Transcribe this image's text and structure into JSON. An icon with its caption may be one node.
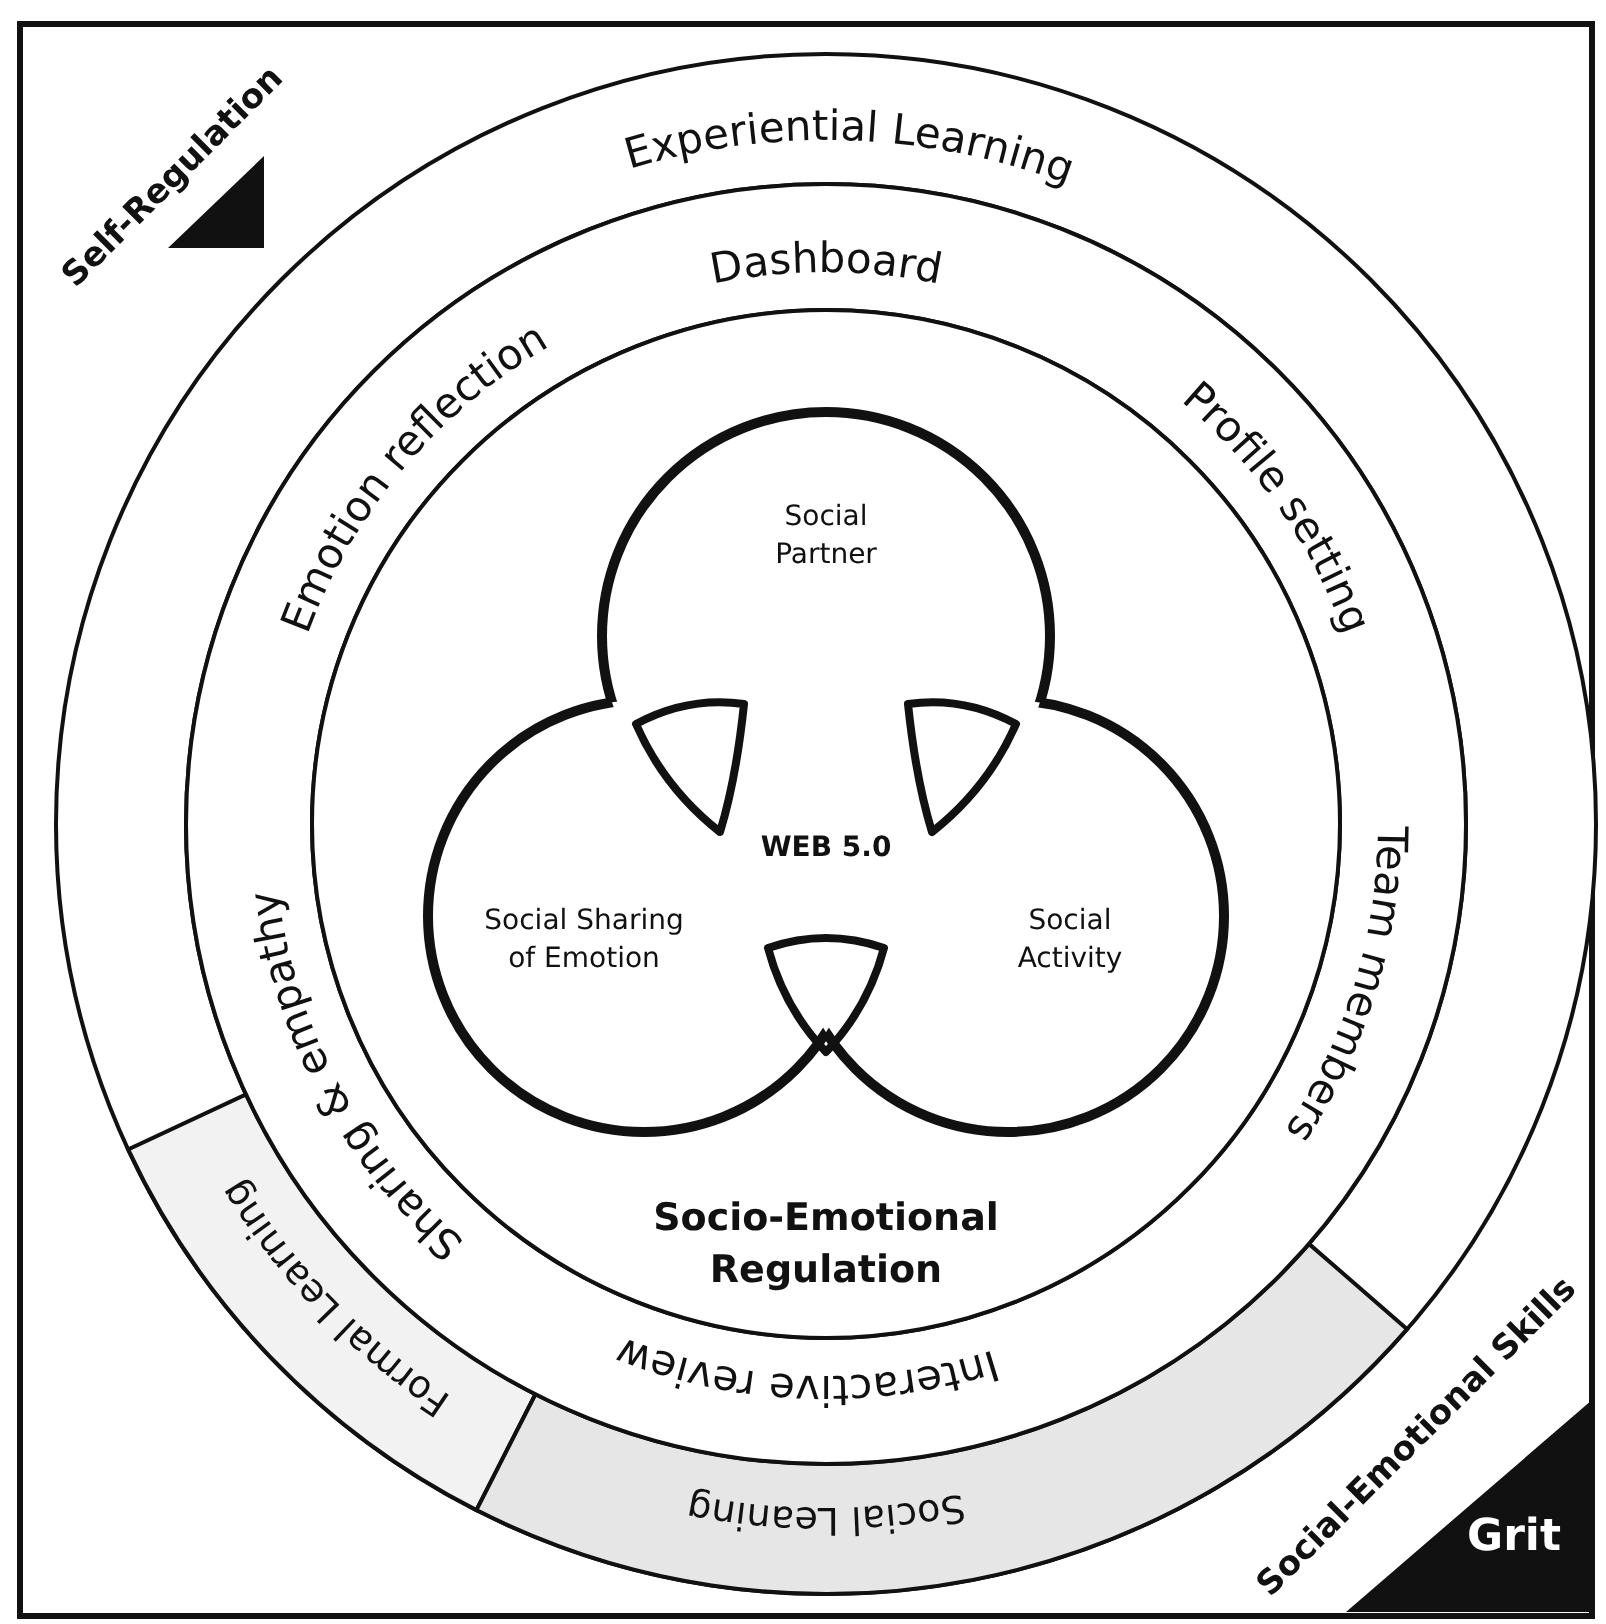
{
  "diagram": {
    "nodes": [
      {
        "text": [
          "Experiential Learning"
        ]
      },
      {
        "text": [
          "Formal Learning"
        ],
        "in": 0
      },
      {
        "text": [
          "Social Leaning"
        ],
        "in": 0
      },
      {
        "text": [
          "Dashboard",
          "Emotion reflection",
          "Profile setting",
          "Team members",
          "Sharing & empathy",
          "Interactive review"
        ],
        "in": 0
      },
      {
        "text": [
          "Socio-Emotional Regulation"
        ],
        "in": 3
      },
      {
        "text": [
          "Social Partner"
        ],
        "in": 4
      },
      {
        "text": [
          "Social Sharing of Emotion"
        ],
        "in": 4
      },
      {
        "text": [
          "Social Activity"
        ],
        "in": 4
      },
      {
        "text": [
          "Grit"
        ]
      }
    ],
    "labels": [
      "Self-Regulation",
      "WEB 5.0",
      "Social-Emotional Skills"
    ]
  }
}
